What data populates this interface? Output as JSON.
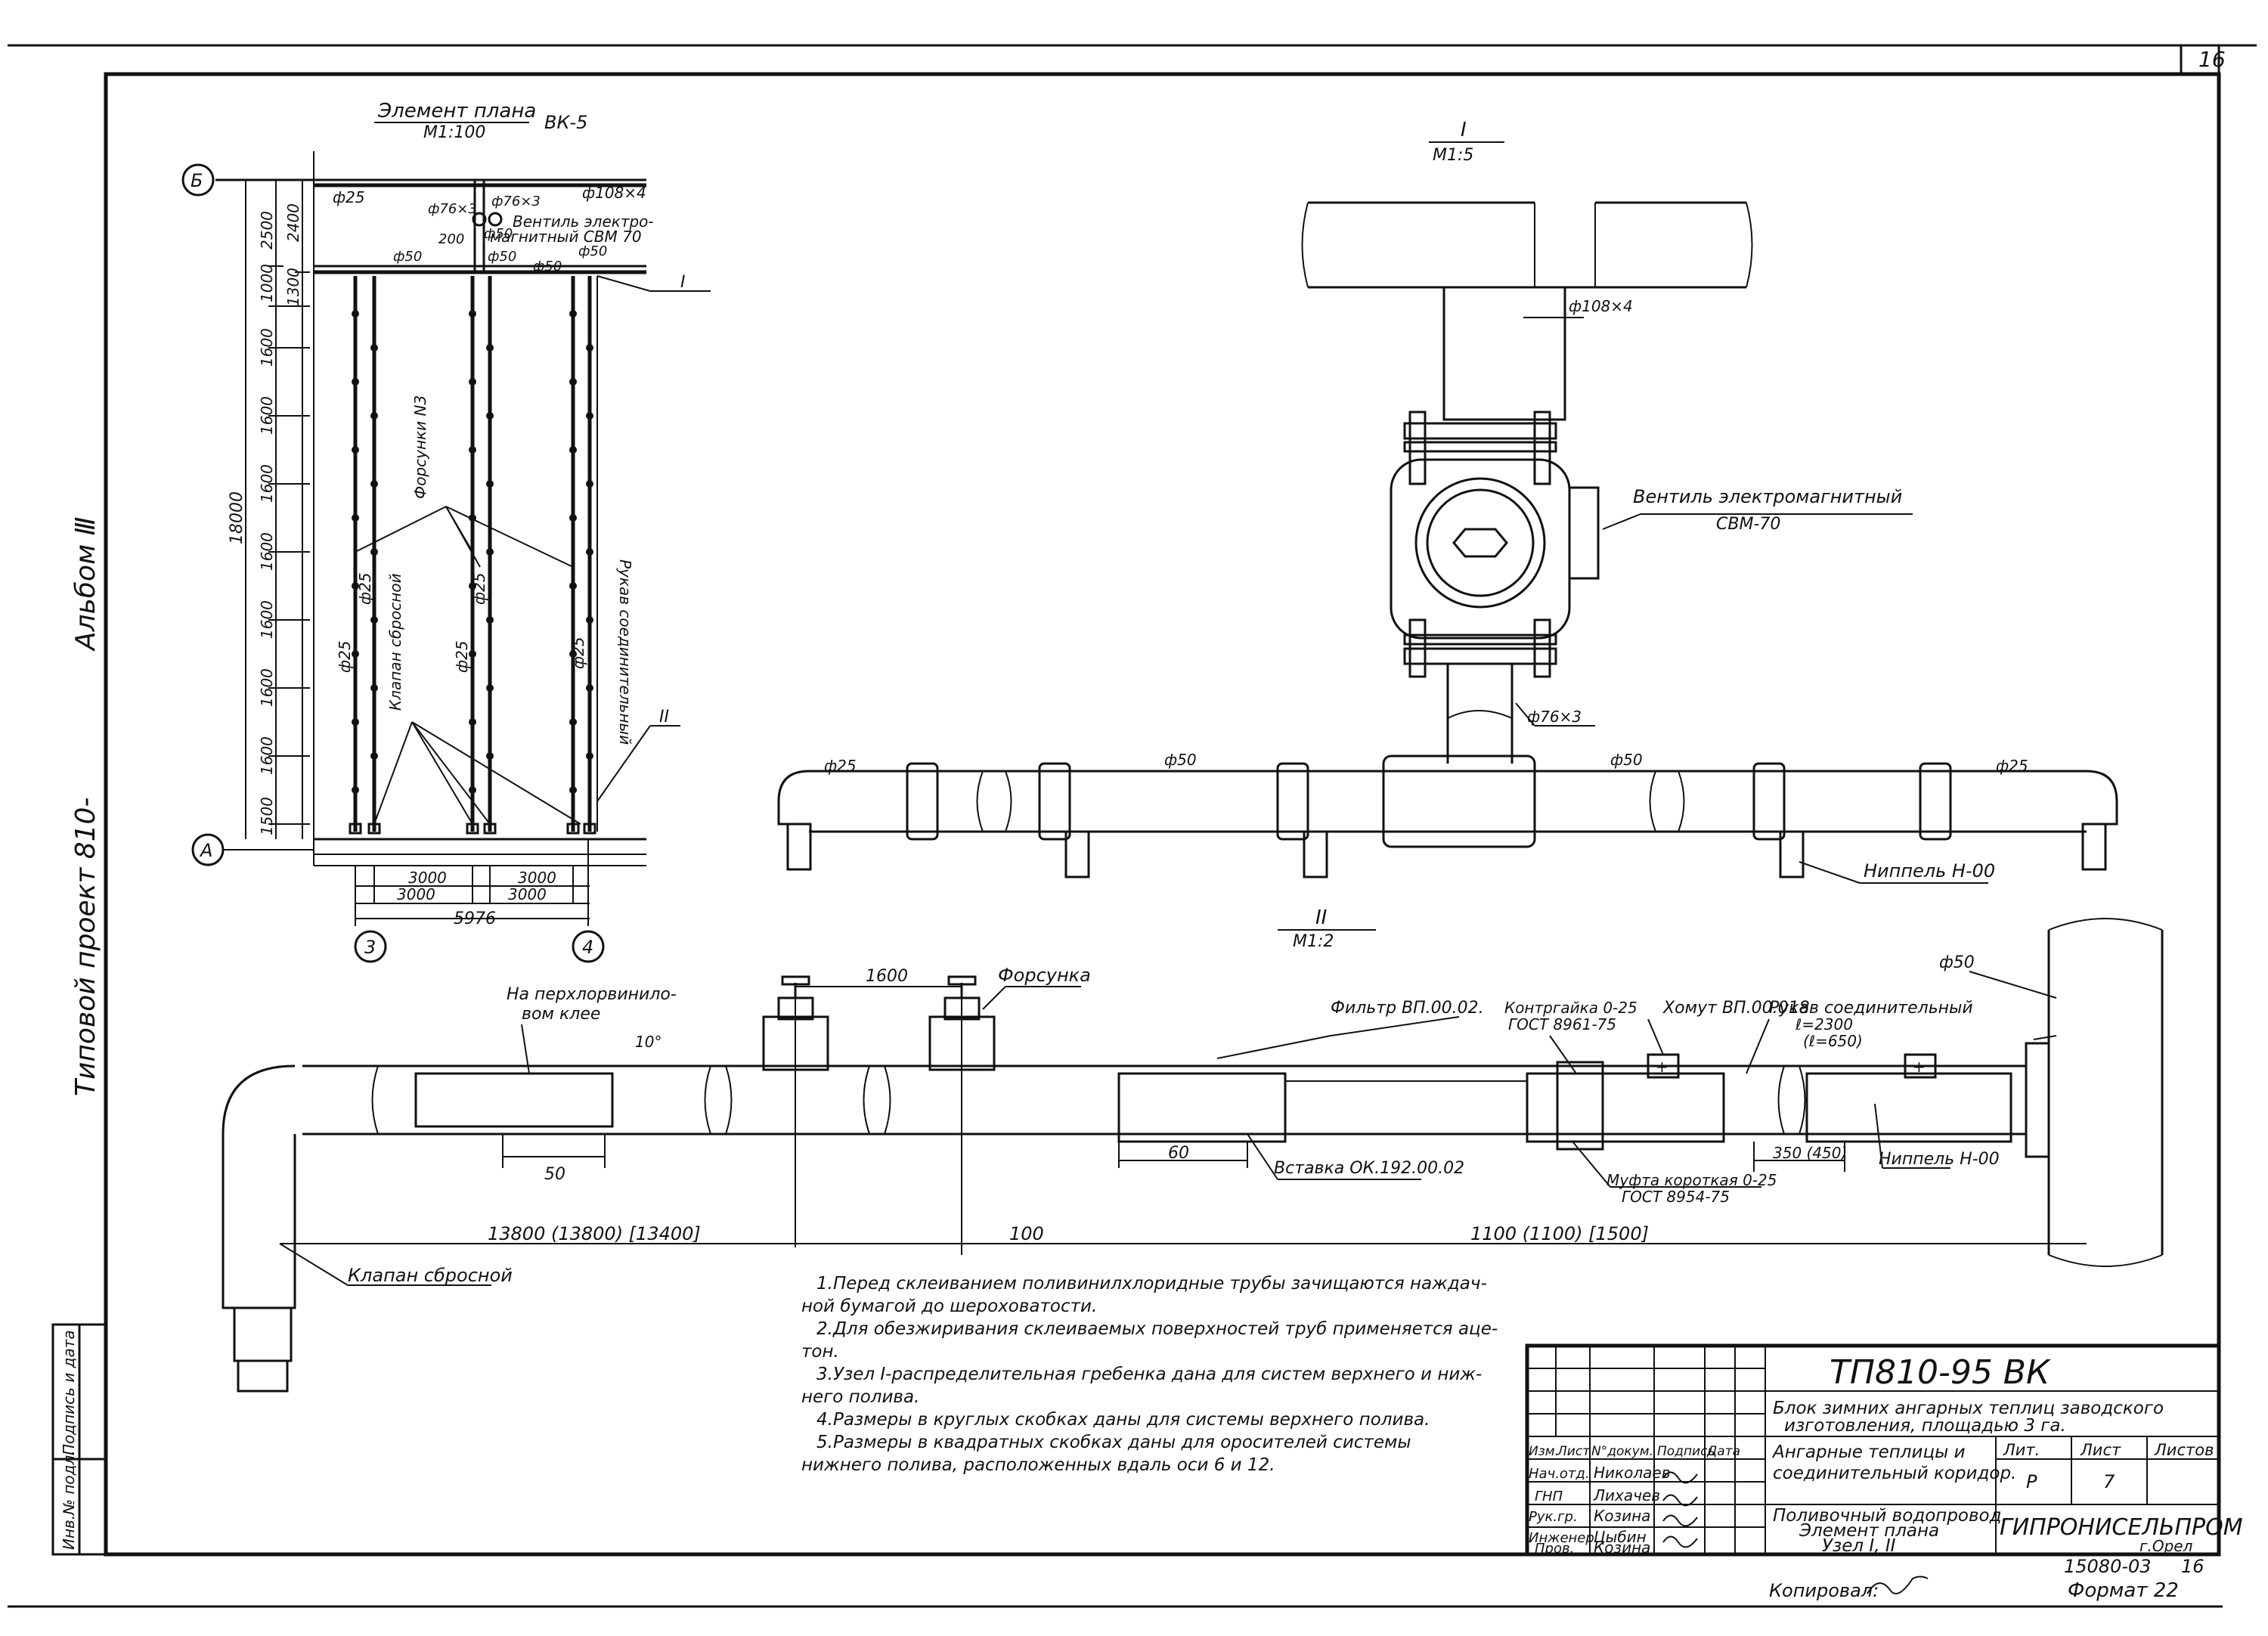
{
  "sheet_number": "16",
  "side_labels": {
    "album": "Альбом Ⅲ",
    "project": "Типовой проект 810-"
  },
  "stamp_left": {
    "inv": "Инв.№ подл.",
    "sign": "Подпись и дата"
  },
  "plan": {
    "title": "Элемент плана",
    "scale": "М1:100",
    "code": "ВК-5",
    "axis_b": "Б",
    "axis_a": "А",
    "axis_3": "3",
    "axis_4": "4",
    "pipe_d25": "ф25",
    "pipe_d76": "ф76×3",
    "pipe_d76b": "ф76×3",
    "pipe_d108": "ф108×4",
    "valve_1": "Вентиль электро-",
    "valve_2": "магнитный СВМ 70",
    "dim_200": "200",
    "pipe_d50a": "ф50",
    "pipe_d50b": "ф50",
    "pipe_d50c": "ф50",
    "pipe_d50d": "ф50",
    "pipe_d50e": "ф50",
    "dim_2500": "2500",
    "dim_2400": "2400",
    "dim_1000": "1000",
    "dim_1300": "1300",
    "dim_1600a": "1600",
    "dim_1600b": "1600",
    "dim_1600c": "1600",
    "dim_1600d": "1600",
    "dim_1600e": "1600",
    "dim_1600f": "1600",
    "dim_1600g": "1600",
    "dim_1500": "1500",
    "dim_18000": "18000",
    "nozzles": "Форсунки N3",
    "hose": "Рукав соединительный",
    "drain_valve": "Клапан сбросной",
    "d25a": "ф25",
    "d25b": "ф25",
    "d25c": "ф25",
    "d25d": "ф25",
    "d25e": "ф25",
    "node_1": "I",
    "node_2": "II",
    "dim_3000a": "3000",
    "dim_3000b": "3000",
    "dim_3000c": "3000",
    "dim_3000d": "3000",
    "dim_5976": "5976"
  },
  "detail1": {
    "title": "I",
    "scale": "М1:5",
    "pipe_d108": "ф108×4",
    "valve_1": "Вентиль электромагнитный",
    "valve_2": "СВМ-70",
    "pipe_d76": "ф76×3",
    "d25_left": "ф25",
    "d50_left": "ф50",
    "d50_right": "ф50",
    "d25_right": "ф25",
    "nipple": "Ниппель Н-00"
  },
  "detail2": {
    "title": "II",
    "scale": "М1:2",
    "glue_1": "На перхлорвинило-",
    "glue_2": "вом клее",
    "angle": "10°",
    "dim_1600": "1600",
    "nozzle": "Форсунка",
    "filter": "Фильтр ВП.00.02.",
    "locknut_1": "Контргайка 0-25",
    "locknut_2": "ГОСТ 8961-75",
    "clamp": "Хомут ВП.00.018",
    "hose_1": "Рукав соединительный",
    "hose_2": "ℓ=2300",
    "hose_3": "(ℓ=650)",
    "d50": "ф50",
    "dim_50": "50",
    "dim_60": "60",
    "insert": "Вставка ОК.192.00.02",
    "coupling_1": "Муфта короткая 0-25",
    "coupling_2": "ГОСТ 8954-75",
    "dim_350": "350 (450)",
    "nipple": "Ниппель Н-00",
    "dim_13800": "13800  (13800)  [13400]",
    "dim_100": "100",
    "dim_1100": "1100  (1100)  [1500]",
    "drain_valve": "Клапан сбросной"
  },
  "notes": [
    "1.Перед склеиванием поливинилхлоридные трубы зачищаются наждач-",
    "ной бумагой до шероховатости.",
    "2.Для обезжиривания склеиваемых поверхностей труб применяется аце-",
    "тон.",
    "3.Узел I-распределительная гребенка дана для систем верхнего и ниж-",
    "него полива.",
    "4.Размеры в круглых скобках даны для системы верхнего полива.",
    "5.Размеры в квадратных скобках даны для оросителей системы",
    "нижнего полива, расположенных вдаль оси  6 и 12."
  ],
  "title_block": {
    "code": "ТП810-95  ВК",
    "desc_1": "Блок зимних ангарных теплиц заводского",
    "desc_2": "изготовления, площадью 3 га.",
    "part_1": "Ангарные теплицы и",
    "part_2": "соединительный коридор.",
    "sheet_1": "Поливочный водопровод.",
    "sheet_2": "Элемент плана",
    "sheet_3": "Узел I, II",
    "h_izm": "Изм.",
    "h_list": "Лист",
    "h_doc": "N°докум.",
    "h_sign": "Подпись",
    "h_date": "Дата",
    "r1_role": "Нач.отд.",
    "r1_name": "Николаев",
    "r2_role": "ГНП",
    "r2_name": "Лихачев",
    "r3_role": "Рук.гр.",
    "r3_name": "Козина",
    "r4_role": "Инженер",
    "r4_name": "Цыбин",
    "r5_role": "Пров.",
    "r5_name": "Козина",
    "lit_h": "Лит.",
    "list_h": "Лист",
    "listov_h": "Листов",
    "lit_v": "Р",
    "list_v": "7",
    "org_1": "ГИПРОНИСЕЛЬПРОМ",
    "org_2": "г.Орел",
    "doc_num": "15080-03",
    "doc_sheet": "16",
    "copied": "Копировал:",
    "format": "Формат 22"
  }
}
